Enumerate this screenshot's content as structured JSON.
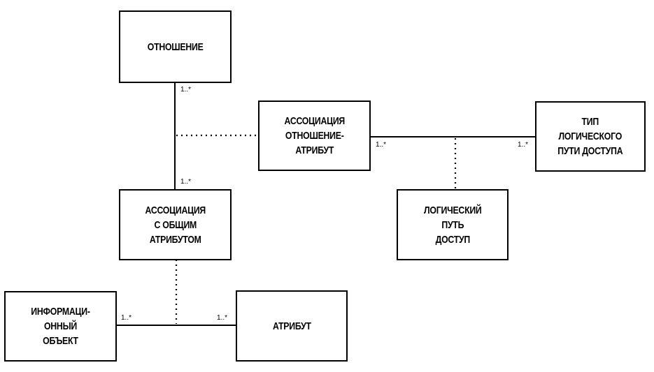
{
  "boxes": {
    "relation": "ОТНОШЕНИЕ",
    "assoc_relation_attribute": "АССОЦИАЦИЯ\nОТНОШЕНИЕ-\nАТРИБУТ",
    "logical_path_type": "ТИП\nЛОГИЧЕСКОГО\nПУТИ ДОСТУПА",
    "assoc_common_attribute": "АССОЦИАЦИЯ\nС ОБЩИМ\nАТРИБУТОМ",
    "logical_access_path": "ЛОГИЧЕСКИЙ\nПУТЬ\nДОСТУП",
    "information_object": "ИНФОРМАЦИ-\nОННЫЙ\nОБЪЕКТ",
    "attribute": "АТРИБУТ"
  },
  "multiplicities": {
    "relation_bottom": "1..*",
    "common_attr_top": "1..*",
    "assoc_rel_attr_right": "1..*",
    "path_type_left": "1..*",
    "info_object_right": "1..*",
    "attribute_left": "1..*"
  }
}
